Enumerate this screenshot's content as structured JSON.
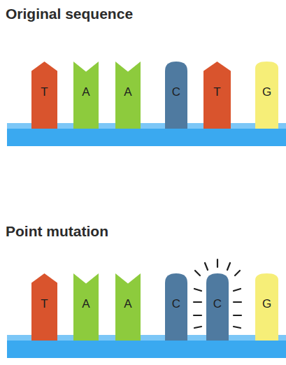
{
  "diagram": {
    "nodes": [
      {
        "text": [
          "T"
        ]
      },
      {
        "text": [
          "A"
        ]
      },
      {
        "text": [
          "A"
        ]
      },
      {
        "text": [
          "C"
        ]
      },
      {
        "text": [
          "T"
        ]
      },
      {
        "text": [
          "G"
        ]
      },
      {
        "text": [
          "T"
        ]
      },
      {
        "text": [
          "A"
        ]
      },
      {
        "text": [
          "A"
        ]
      },
      {
        "text": [
          "C"
        ]
      },
      {
        "text": [
          "C"
        ]
      },
      {
        "text": [
          "G"
        ]
      }
    ],
    "labels": [
      "Original sequence",
      "Point mutation"
    ]
  }
}
